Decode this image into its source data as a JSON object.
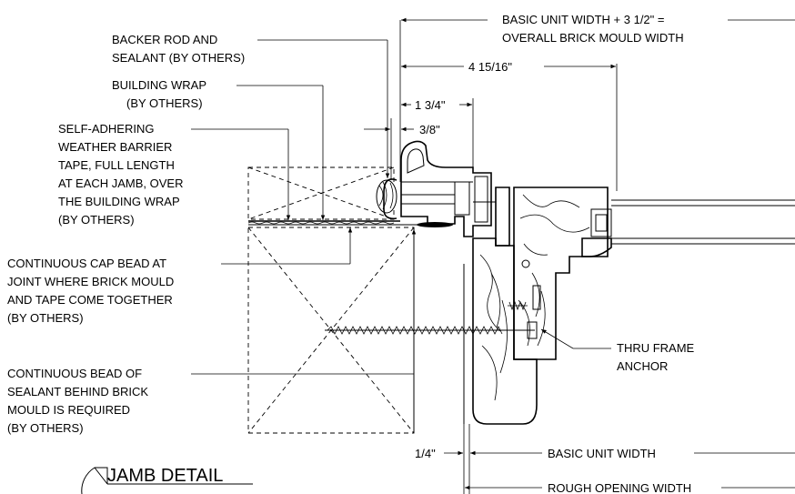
{
  "labels": {
    "backer_rod": [
      "BACKER ROD AND",
      "SEALANT (BY OTHERS)"
    ],
    "building_wrap": [
      "BUILDING WRAP",
      "(BY OTHERS)"
    ],
    "tape": [
      "SELF-ADHERING",
      "WEATHER BARRIER",
      "TAPE, FULL LENGTH",
      "AT EACH JAMB, OVER",
      "THE BUILDING WRAP",
      "(BY OTHERS)"
    ],
    "cap_bead": [
      "CONTINUOUS CAP BEAD AT",
      "JOINT WHERE BRICK MOULD",
      "AND TAPE COME TOGETHER",
      "(BY OTHERS)"
    ],
    "sealant_bead": [
      "CONTINUOUS BEAD OF",
      "SEALANT BEHIND BRICK",
      "MOULD IS REQUIRED",
      "(BY OTHERS)"
    ],
    "anchor": [
      "THRU FRAME",
      "ANCHOR"
    ]
  },
  "dimensions": {
    "overall": [
      "BASIC UNIT WIDTH + 3 1/2\" =",
      "OVERALL BRICK MOULD WIDTH"
    ],
    "d_4_15_16": "4 15/16\"",
    "d_1_3_4": "1 3/4\"",
    "d_3_8": "3/8\"",
    "d_1_4": "1/4\"",
    "basic_unit_width": "BASIC UNIT WIDTH",
    "rough_opening_width": "ROUGH OPENING WIDTH"
  },
  "title": "JAMB DETAIL"
}
